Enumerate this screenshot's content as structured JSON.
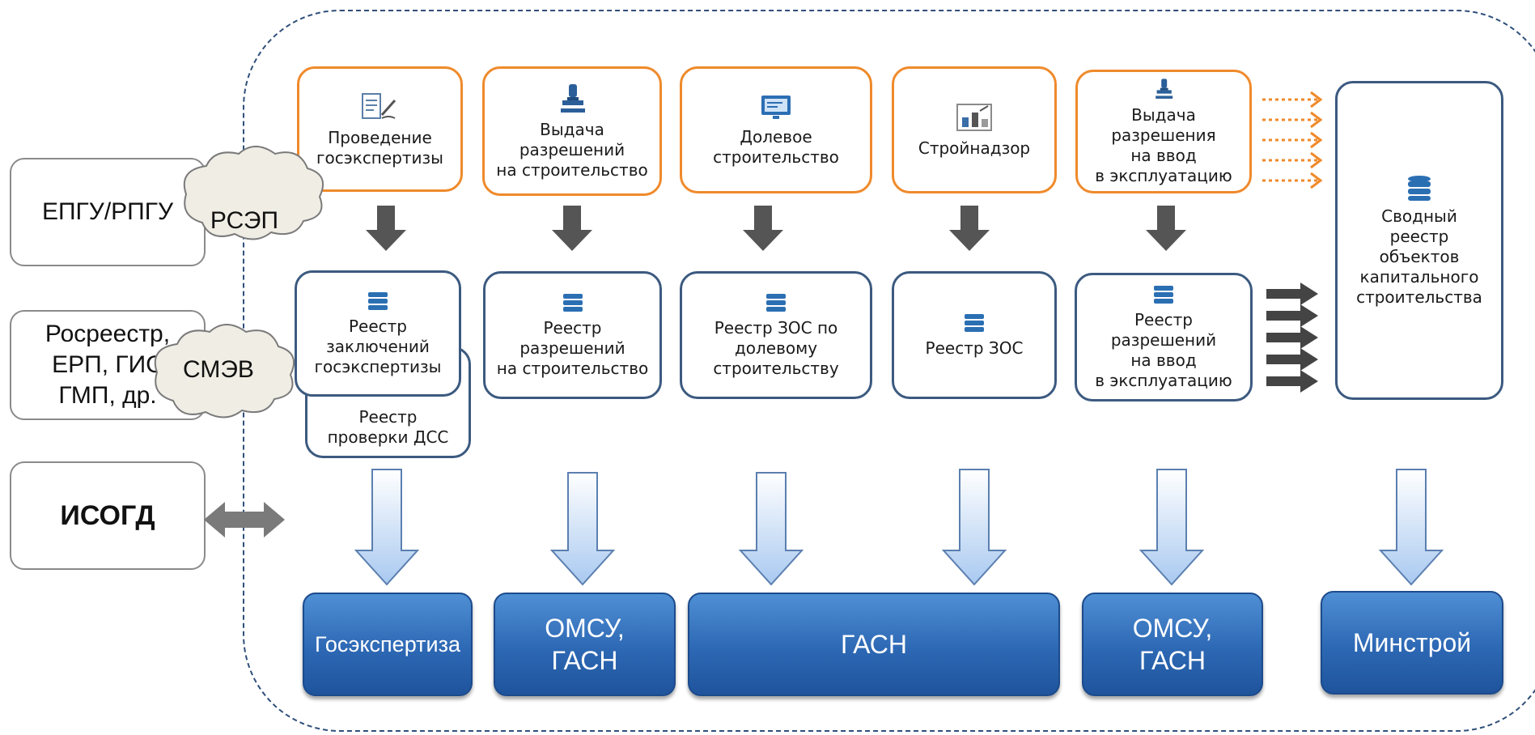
{
  "external": {
    "epgu": "ЕПГУ/РПГУ",
    "rosreestr": "Росреестр,\nЕРП, ГИС\nГМП, др.",
    "isogd": "ИСОГД"
  },
  "clouds": {
    "rsep": "РСЭП",
    "smev": "СМЭВ"
  },
  "services": [
    {
      "label": "Проведение\nгосэкспертизы",
      "icon": "document-signing-icon"
    },
    {
      "label": "Выдача\nразрешений\nна строительство",
      "icon": "stamp-icon"
    },
    {
      "label": "Долевое\nстроительство",
      "icon": "monitor-icon"
    },
    {
      "label": "Стройнадзор",
      "icon": "construction-picture-icon"
    },
    {
      "label": "Выдача\nразрешения\nна ввод\nв эксплуатацию",
      "icon": "stamp-icon"
    }
  ],
  "registries": [
    {
      "label": "Реестр\nзаключений\nгосэкспертизы",
      "icon": "database-icon"
    },
    {
      "label": "Реестр\nразрешений\nна строительство",
      "icon": "database-icon"
    },
    {
      "label": "Реестр ЗОС по\nдолевому\nстроительству",
      "icon": "database-icon"
    },
    {
      "label": "Реестр ЗОС",
      "icon": "database-icon"
    },
    {
      "label": "Реестр\nразрешений\nна ввод\nв эксплуатацию",
      "icon": "database-icon"
    }
  ],
  "extra_registry": "Реестр\nпроверки ДСС",
  "summary_registry": {
    "label": "Сводный\nреестр\nобъектов\nкапитального\nстроительства",
    "icon": "database-icon"
  },
  "organizations": [
    {
      "label": "Госэкспертиза"
    },
    {
      "label": "ОМСУ,\nГАСН"
    },
    {
      "label": "ГАСН"
    },
    {
      "label": "ОМСУ,\nГАСН"
    },
    {
      "label": "Минстрой"
    }
  ],
  "colors": {
    "orange": "#ef8a2b",
    "navy": "#3c5a80",
    "org_blue": "#2d68b4",
    "arrow_gray": "#555555",
    "arrow_light_blue": "#bcd6f5"
  }
}
